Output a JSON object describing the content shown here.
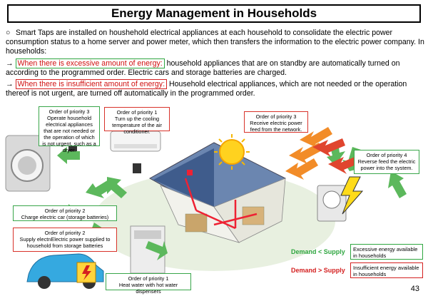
{
  "title": "Energy Management in Households",
  "intro": {
    "bullet": "○",
    "text": "Smart Taps are installed on houshehold electrical appliances at each household to consolidate the electric power consumption status to a home server and power meter, which then transfers the information to the electric power company.    In households:"
  },
  "conditions": [
    {
      "arrow": "→",
      "highlight": "When there is excessive amount of energy:",
      "text": " household appliances that are on standby are automatically turned on according to the programmed order. Electric cars and storage batteries are charged."
    },
    {
      "arrow": "→",
      "highlight": "When there is insufficient amount of energy:",
      "text": " Household electrical appliances, which are not needed or the operation thereof is not urgent, are turned off automatically in the programmed order."
    }
  ],
  "boxes": {
    "p3_left": "Order of priority 3\nOperate household electrical appliances that are not needed or the operation of which is not urgent, such as a dryer.",
    "p1_ac": "Order of priority 1\nTurn up the cooling temperature of the air conditioner.",
    "p3_network": "Order of priority 3\nReceive electric power feed from the network.",
    "p4_reverse": "Order of priority 4\nReverse feed the electric power into the system.",
    "p2_charge": "Order of priority 2\nCharge electric car (storage batteries)",
    "p2_supply": "Order of priority 2\nSupply electnElectric power supplied to household from storage batteries",
    "p1_water": "Order of priority 1\nHeat water with hot water dispensers"
  },
  "legend": {
    "supply_gt": {
      "label": "Demand < Supply",
      "desc": "Excessive energy available in households",
      "color": "#2fa640"
    },
    "supply_lt": {
      "label": "Demand > Supply",
      "desc": "Insufficient energy available in households",
      "color": "#d42020"
    }
  },
  "page_number": "43",
  "colors": {
    "green": "#5cb85c",
    "red": "#e0452e",
    "orange": "#f28c28"
  }
}
